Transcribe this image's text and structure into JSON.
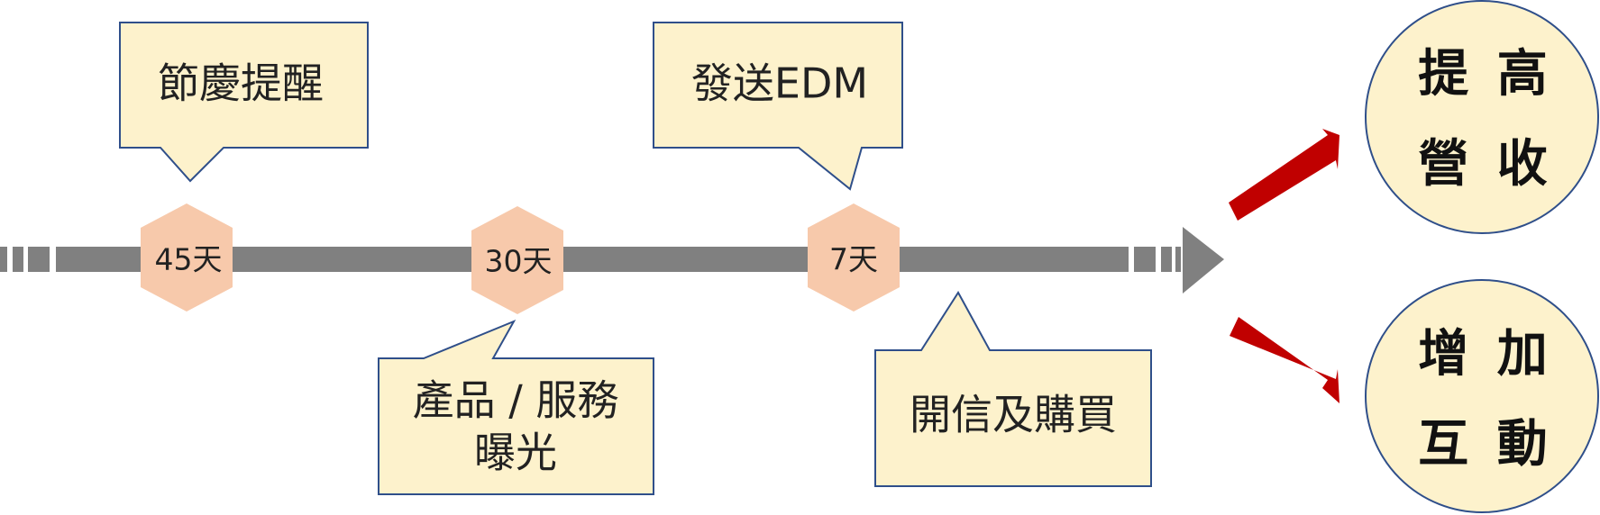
{
  "timeline": {
    "milestones": [
      {
        "id": "m45",
        "label": "45天"
      },
      {
        "id": "m30",
        "label": "30天"
      },
      {
        "id": "m7",
        "label": "7天"
      }
    ]
  },
  "callouts": [
    {
      "id": "holiday",
      "lines": [
        "節慶提醒"
      ]
    },
    {
      "id": "edm",
      "lines": [
        "發送EDM"
      ]
    },
    {
      "id": "exposure",
      "lines": [
        "產品 / 服務",
        "曝光"
      ]
    },
    {
      "id": "open",
      "lines": [
        "開信及購買"
      ]
    }
  ],
  "outcomes": [
    {
      "id": "revenue",
      "lines": [
        "提 高",
        "營 收"
      ]
    },
    {
      "id": "interaction",
      "lines": [
        "增 加",
        "互 動"
      ]
    }
  ],
  "colors": {
    "timeline": "#808080",
    "milestone_fill": "#f7c9ab",
    "callout_fill": "#fdf2cc",
    "callout_border": "#2f4f8a",
    "outcome_fill": "#fdf2cc",
    "outcome_border": "#2f4f8a",
    "arrow_red": "#c00000"
  }
}
